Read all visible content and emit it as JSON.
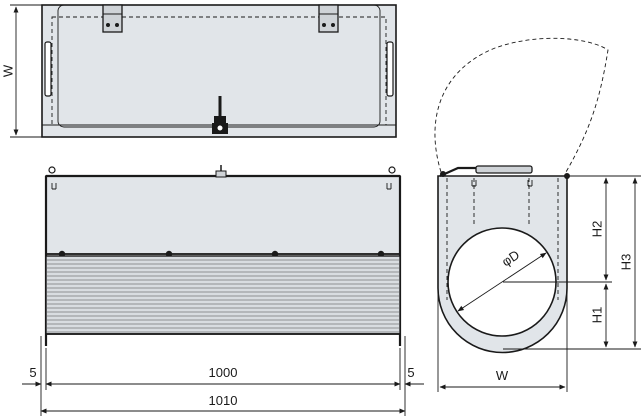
{
  "labels": {
    "top_width": "W",
    "side_width": "W",
    "height_h1": "H1",
    "height_h2": "H2",
    "height_h3": "H3",
    "diameter": "φD",
    "left_offset": "5",
    "right_offset": "5",
    "inner_length": "1000",
    "total_length": "1010"
  }
}
